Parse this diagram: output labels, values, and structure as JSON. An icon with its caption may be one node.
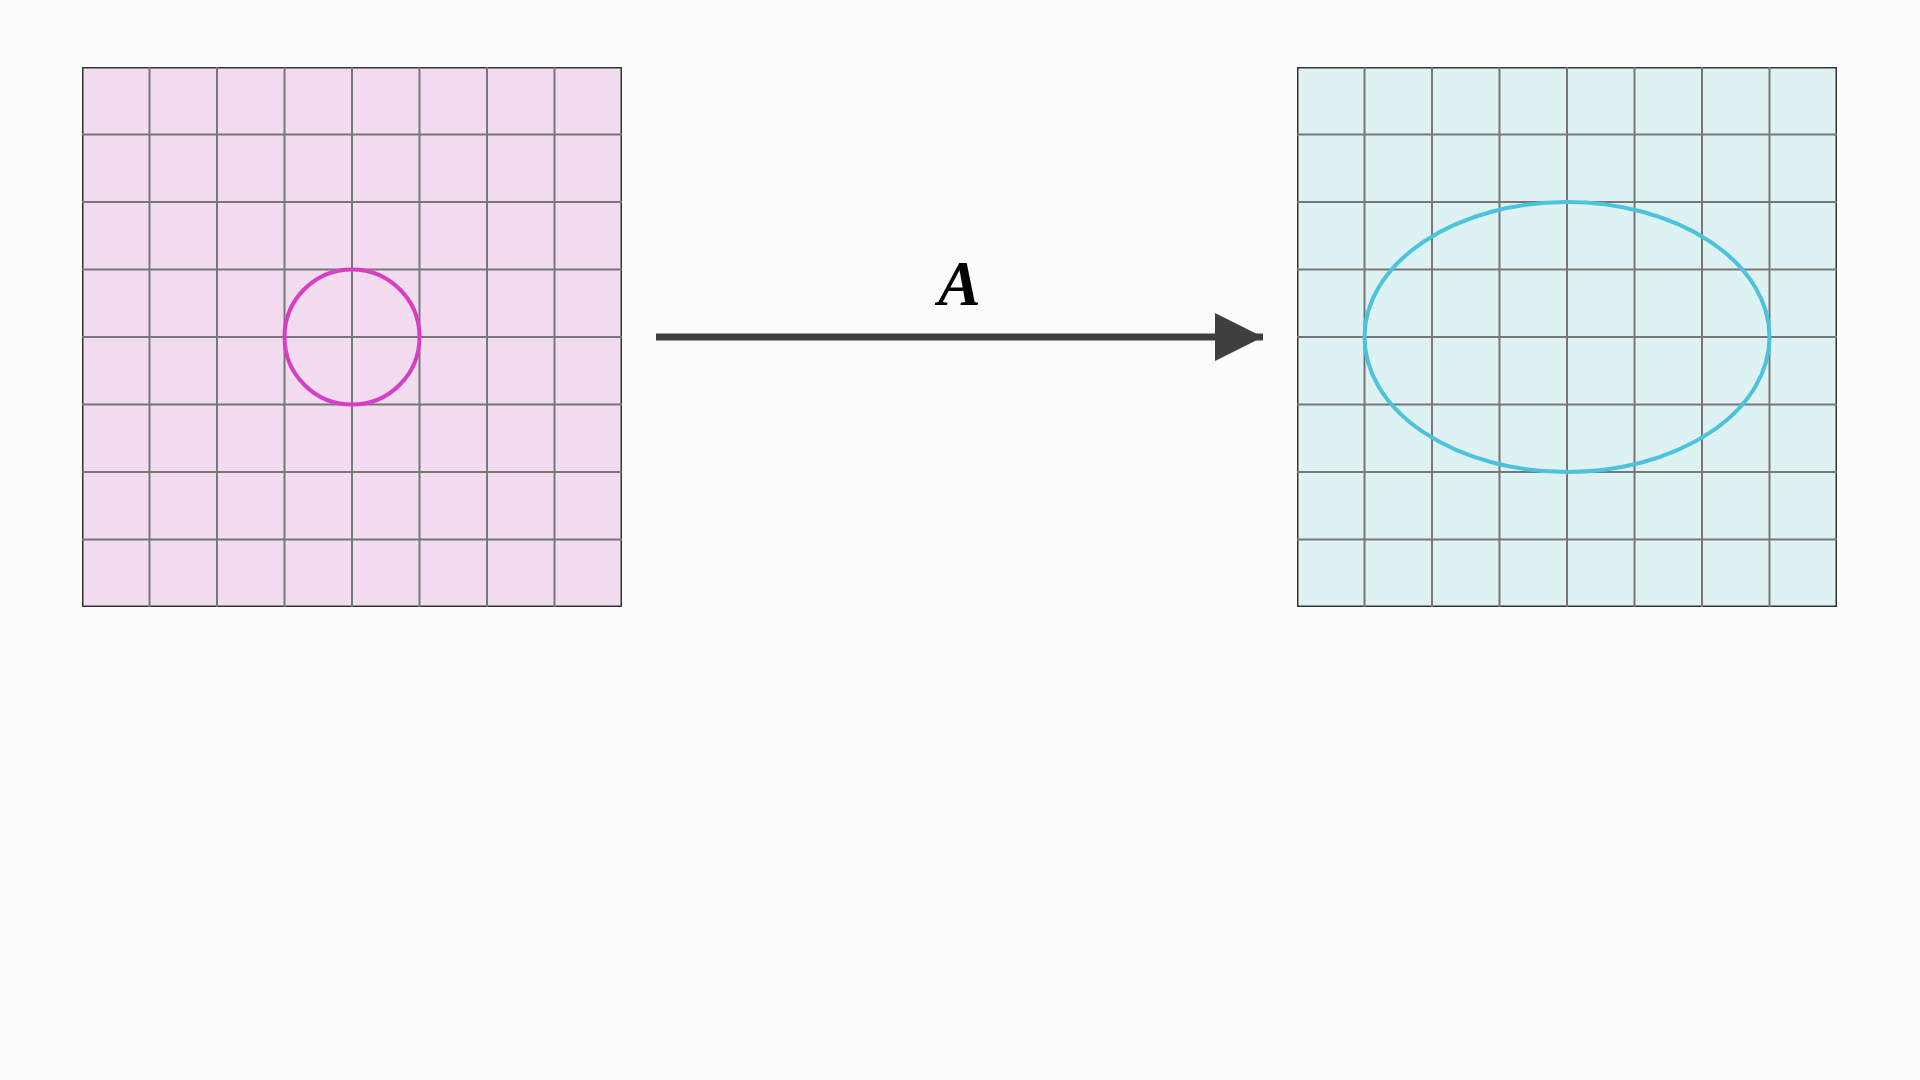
{
  "diagram": {
    "nodes": [
      {
        "text": [],
        "shape": "box"
      },
      {
        "text": [],
        "shape": "box"
      }
    ],
    "edges": [
      {
        "from": 0,
        "to": 1,
        "label": "A",
        "arrow": "to"
      }
    ]
  }
}
